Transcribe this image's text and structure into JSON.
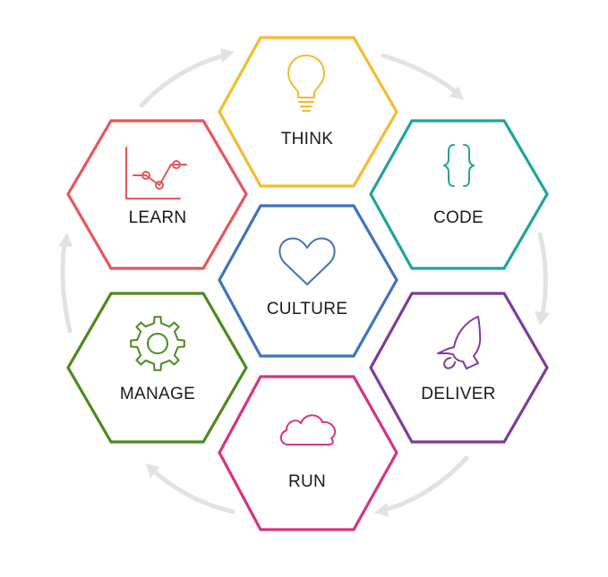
{
  "diagram": {
    "hexagons": [
      {
        "id": "think",
        "label": "THINK",
        "icon": "lightbulb-icon",
        "color": "#F5BB2E"
      },
      {
        "id": "code",
        "label": "CODE",
        "icon": "curly-braces-icon",
        "color": "#1FA49B"
      },
      {
        "id": "deliver",
        "label": "DELIVER",
        "icon": "rocket-icon",
        "color": "#7D3C98"
      },
      {
        "id": "run",
        "label": "RUN",
        "icon": "cloud-icon",
        "color": "#D6337F"
      },
      {
        "id": "manage",
        "label": "MANAGE",
        "icon": "gear-icon",
        "color": "#4C8A1E"
      },
      {
        "id": "learn",
        "label": "LEARN",
        "icon": "line-chart-icon",
        "color": "#E8555A"
      },
      {
        "id": "culture",
        "label": "CULTURE",
        "icon": "heart-icon",
        "color": "#3F74B7"
      }
    ],
    "cycle_arrow_color": "#E2E2E2"
  }
}
